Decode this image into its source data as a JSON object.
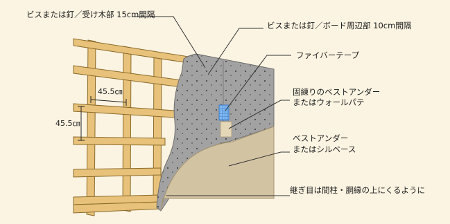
{
  "labels": {
    "screw_stud_spacing": "ビスまたは釘／受け木部 15cm間隔",
    "screw_board_edge_spacing": "ビスまたは釘／ボード周辺部 10cm間隔",
    "fiber_tape": "ファイバーテープ",
    "base_coat_line1": "固練りのベストアンダー",
    "base_coat_line2": "またはウォールパテ",
    "undercoat_line1": "ベストアンダー",
    "undercoat_line2": "またはシルベース",
    "joint_note": "継ぎ目は間柱・胴縁の上にくるように"
  },
  "dimensions": {
    "horizontal_spacing": "45.5㎝",
    "vertical_spacing": "45.5㎝"
  },
  "colors": {
    "background": "#fbf4e2",
    "lumber": "#e8c27a",
    "lumber_edge": "#8a6a2a",
    "board": "#9c9c9c",
    "board_light": "#b9b9b9",
    "plaster": "#d2c3a3",
    "tape": "#4a8fd8",
    "leader": "#333333"
  }
}
